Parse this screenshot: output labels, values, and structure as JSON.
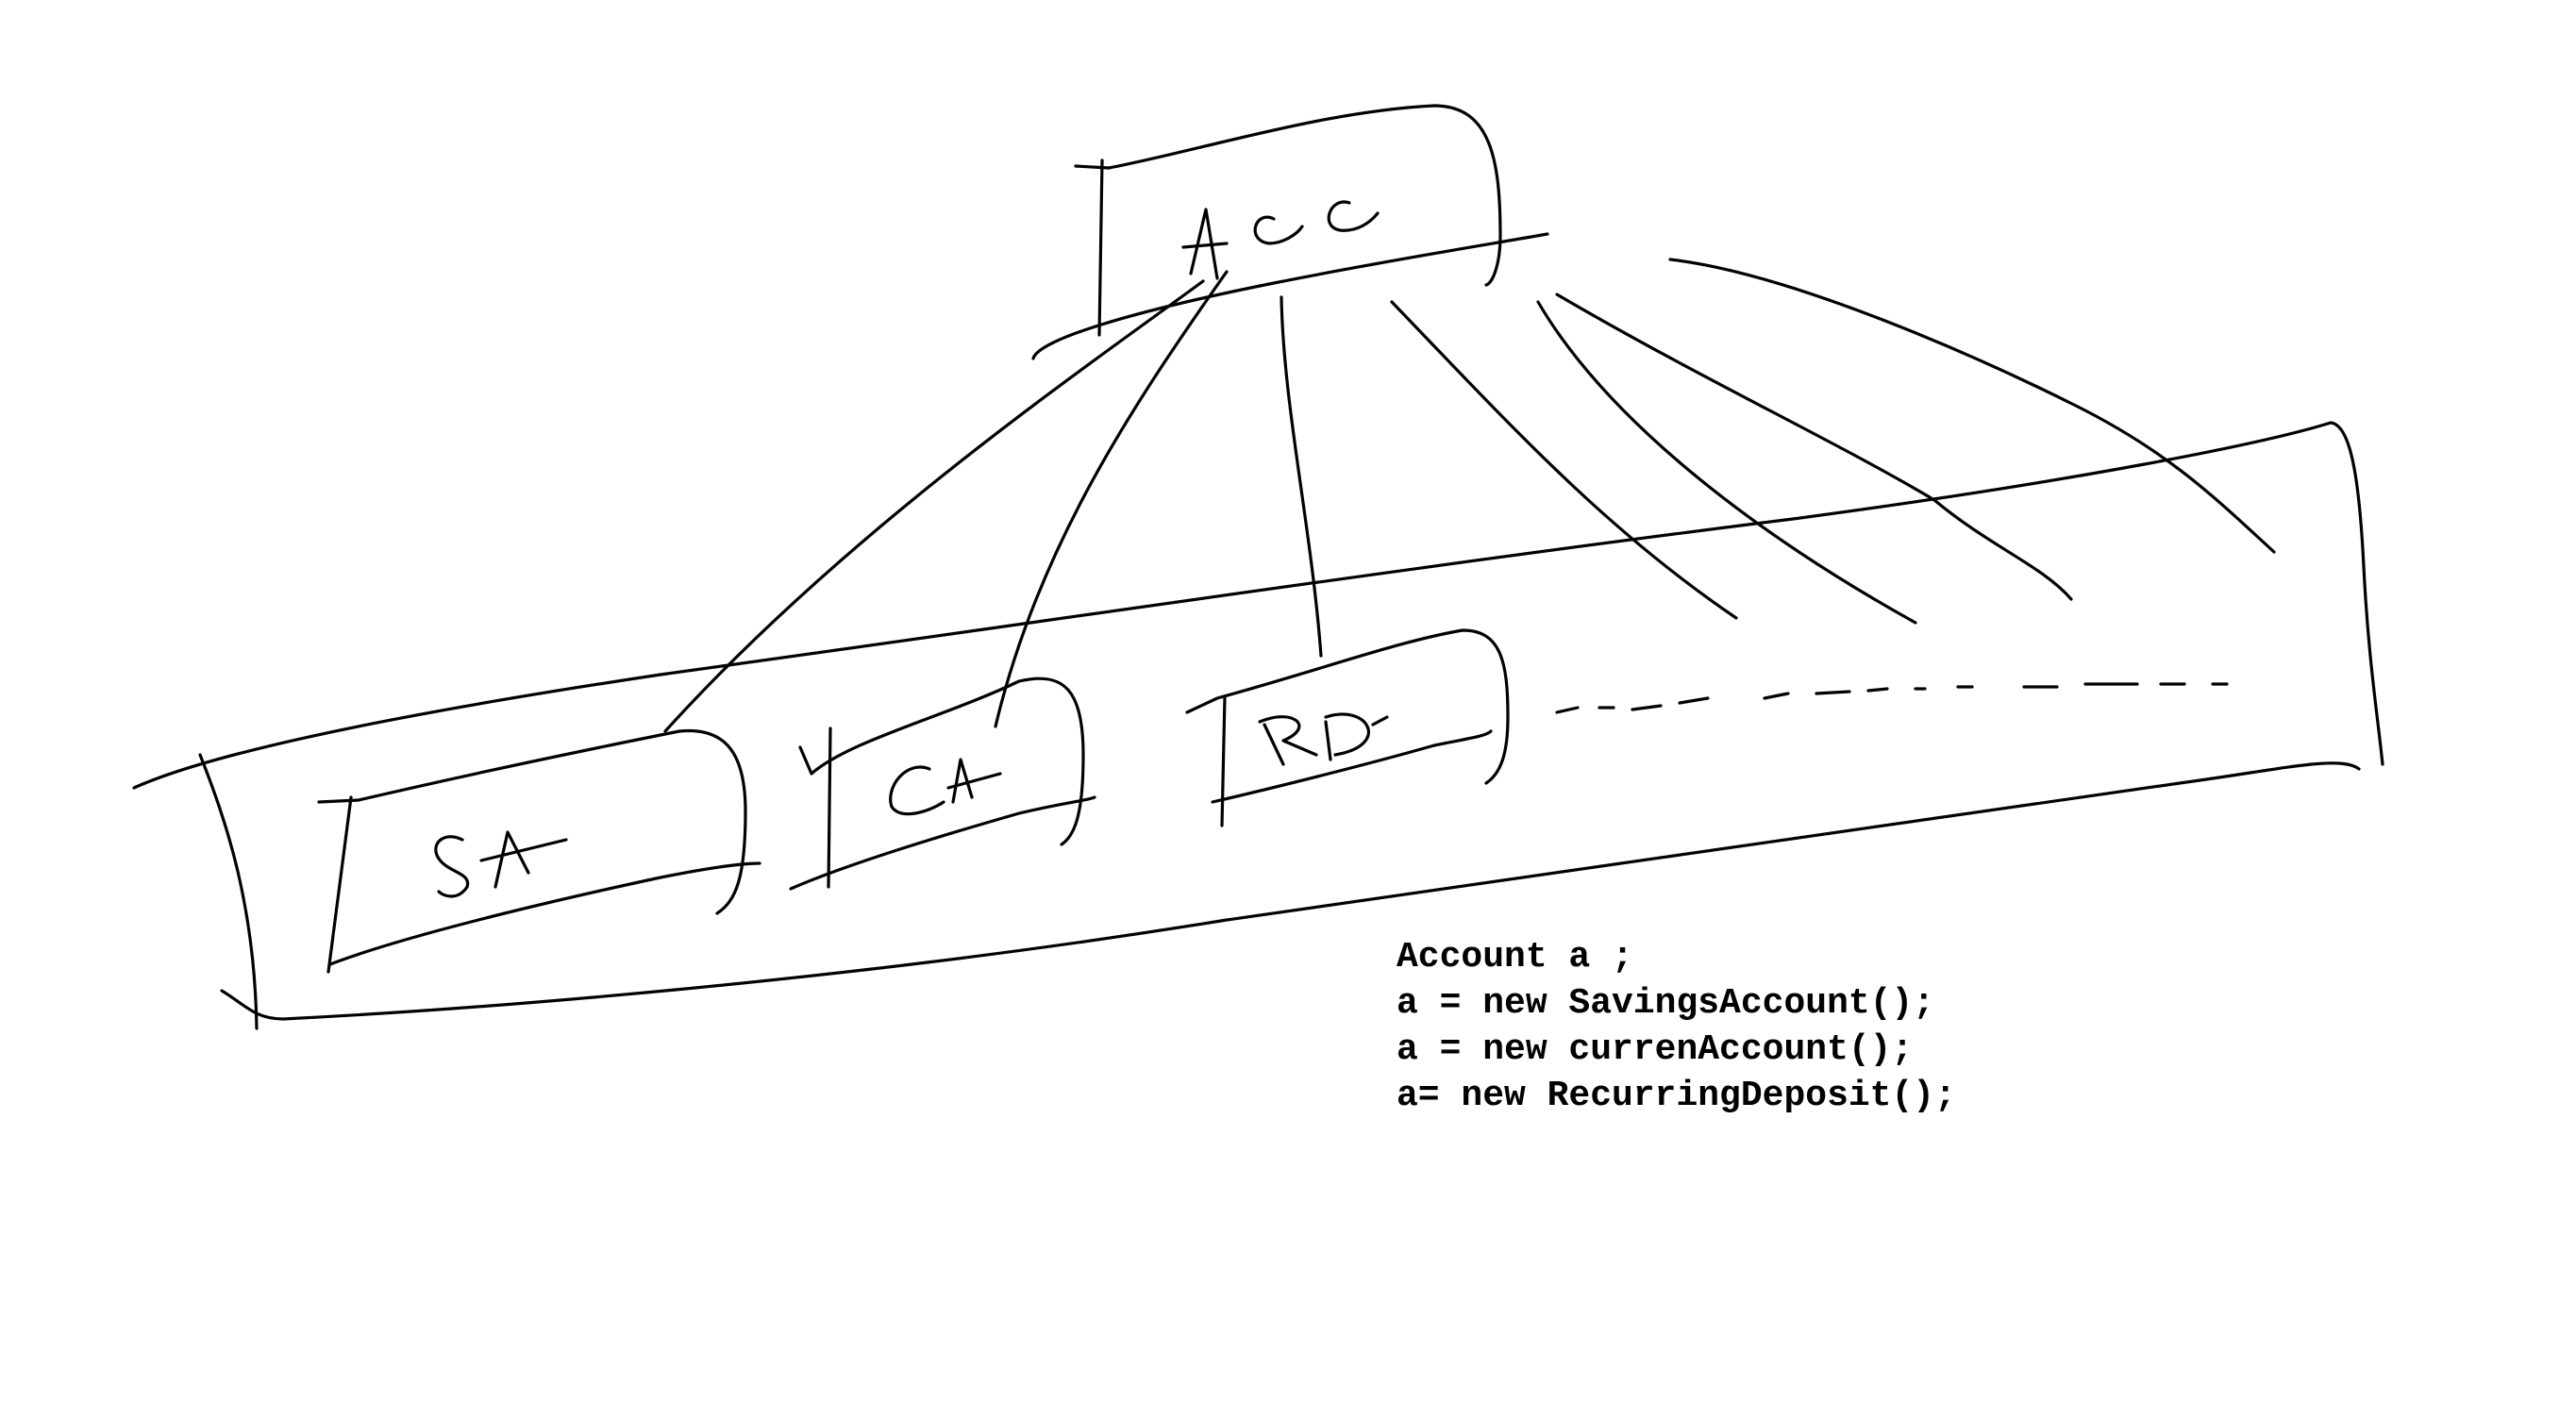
{
  "diagram": {
    "parent_box": {
      "label": "Acc"
    },
    "child_boxes": [
      {
        "label": "SA"
      },
      {
        "label": "CA"
      },
      {
        "label": "RD"
      }
    ]
  },
  "code": {
    "lines": [
      "Account a ;",
      "a = new SavingsAccount();",
      "a = new currenAccount();",
      "a= new RecurringDeposit();"
    ]
  },
  "colors": {
    "background": "#ffffff",
    "ink": "#000000"
  }
}
